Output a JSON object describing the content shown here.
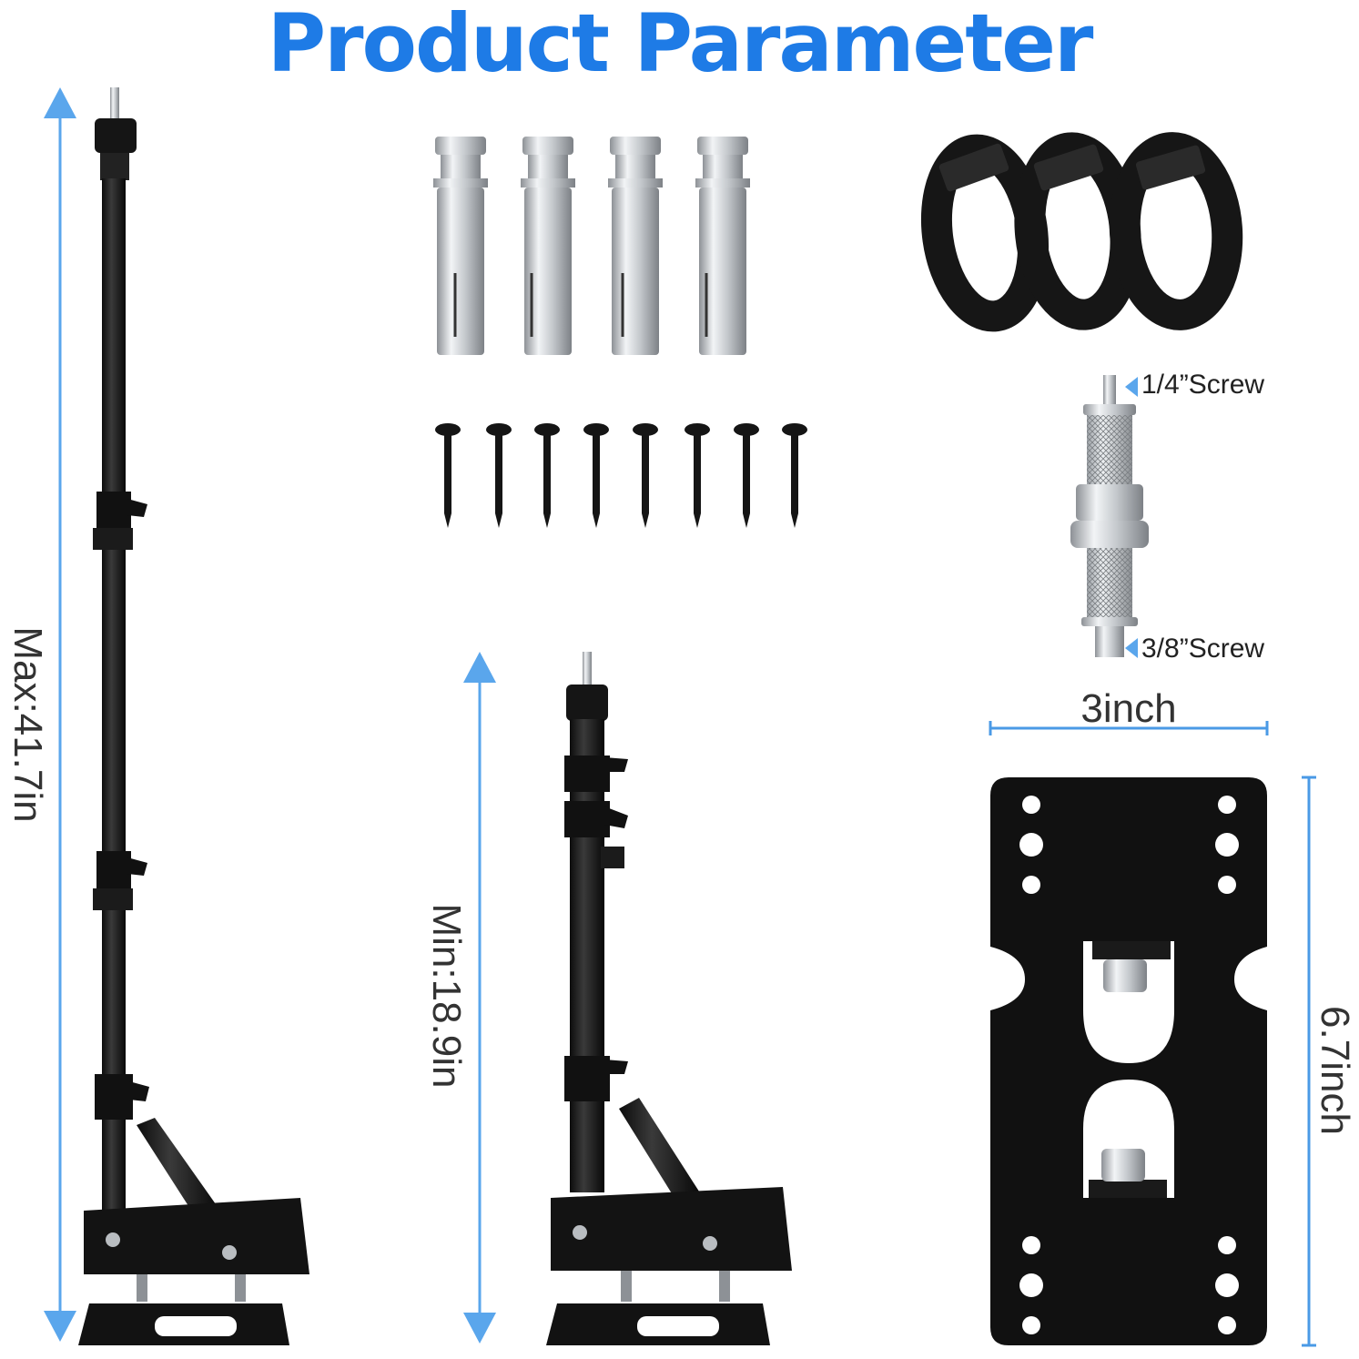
{
  "title": "Product Parameter",
  "colors": {
    "title_blue": "#1e7be6",
    "arrow_blue": "#5aa6ec",
    "line_blue": "#4a9ae6",
    "metal_black": "#1a1a1a",
    "steel": "#c8ccd0"
  },
  "dimensions": {
    "max_height": "Max:41.7in",
    "min_height": "Min:18.9in",
    "plate_width": "3inch",
    "plate_height": "6.7inch"
  },
  "screw_labels": {
    "top": "1/4”Screw",
    "bottom": "3/8”Screw"
  },
  "items": {
    "anchors": 4,
    "wood_screws": 8,
    "straps": 3
  }
}
